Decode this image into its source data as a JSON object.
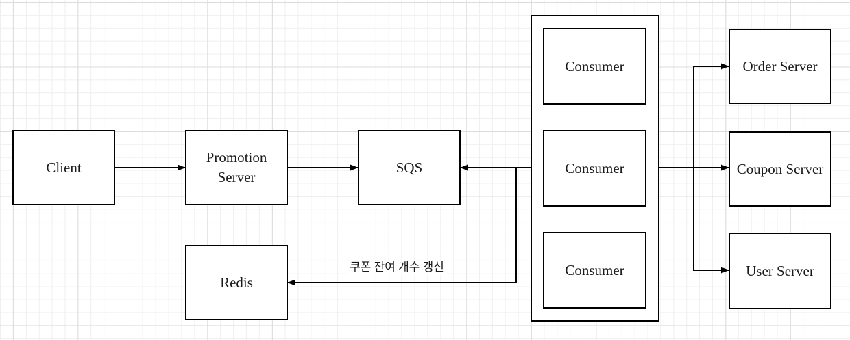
{
  "diagram": {
    "nodes": {
      "client": {
        "label": "Client"
      },
      "promotion_server": {
        "label": "Promotion Server"
      },
      "sqs": {
        "label": "SQS"
      },
      "redis": {
        "label": "Redis"
      },
      "order_server": {
        "label": "Order Server"
      },
      "coupon_server": {
        "label": "Coupon Server"
      },
      "user_server": {
        "label": "User Server"
      }
    },
    "consumers": [
      {
        "label": "Consumer"
      },
      {
        "label": "Consumer"
      },
      {
        "label": "Consumer"
      }
    ],
    "edges": [
      {
        "from": "Client",
        "to": "Promotion Server",
        "label": ""
      },
      {
        "from": "Promotion Server",
        "to": "SQS",
        "label": ""
      },
      {
        "from": "Consumer group",
        "to": "SQS",
        "label": ""
      },
      {
        "from": "Consumer group",
        "to": "Redis",
        "label": "쿠폰 잔여 개수 갱신"
      },
      {
        "from": "Consumer group",
        "to": "Order Server",
        "label": ""
      },
      {
        "from": "Consumer group",
        "to": "Coupon Server",
        "label": ""
      },
      {
        "from": "Consumer group",
        "to": "User Server",
        "label": ""
      }
    ],
    "colors": {
      "background": "#ffffff",
      "grid_minor": "#efefef",
      "grid_major": "#dcdcdc",
      "node_fill": "#ffffff",
      "node_border": "#000000",
      "edge": "#000000",
      "text": "#1a1a1a"
    }
  }
}
